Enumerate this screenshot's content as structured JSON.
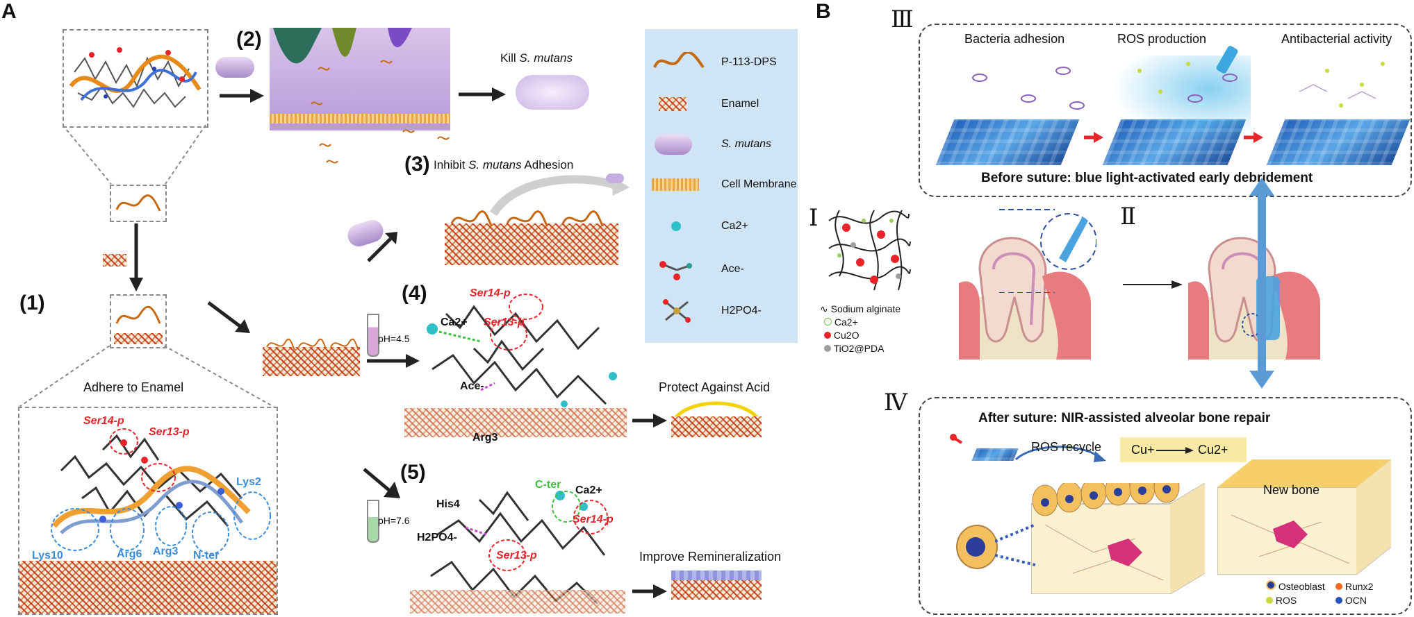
{
  "panel_a": {
    "letter": "A",
    "steps": {
      "s1": "(1)",
      "s2": "(2)",
      "s3": "(3)",
      "s4": "(4)",
      "s5": "(5)"
    },
    "kill": "Kill S. mutans",
    "inhibit": "Inhibit S. mutans Adhesion",
    "adhere": "Adhere to Enamel",
    "protect": "Protect Against Acid",
    "improve": "Improve Remineralization",
    "ph45": "pH=4.5",
    "ph76": "pH=7.6",
    "residues_1": {
      "ser14": "Ser14-p",
      "ser13": "Ser13-p",
      "lys10": "Lys10",
      "arg6": "Arg6",
      "arg3": "Arg3",
      "nter": "N-ter",
      "lys2": "Lys2"
    },
    "residues_4": {
      "ser14": "Ser14-p",
      "ca": "Ca2+",
      "ser13": "Ser13-p",
      "ace": "Ace-",
      "arg3": "Arg3"
    },
    "residues_5": {
      "his4": "His4",
      "cter": "C-ter",
      "ca": "Ca2+",
      "ser14": "Ser14-p",
      "h2po4": "H2PO4-",
      "ser13": "Ser13-p"
    },
    "legend": [
      {
        "label": "P-113-DPS",
        "icon": "peptide-icon"
      },
      {
        "label": "Enamel",
        "icon": "enamel-icon"
      },
      {
        "label": "S. mutans",
        "icon": "bacterium-icon"
      },
      {
        "label": "Cell Membrane",
        "icon": "membrane-icon"
      },
      {
        "label": "Ca2+",
        "icon": "calcium-icon"
      },
      {
        "label": "Ace-",
        "icon": "acetate-icon"
      },
      {
        "label": "H2PO4-",
        "icon": "phosphate-icon"
      }
    ]
  },
  "panel_b": {
    "letter": "B",
    "roman": {
      "r1": "Ⅰ",
      "r2": "Ⅱ",
      "r3": "Ⅲ",
      "r4": "Ⅳ"
    },
    "top": {
      "col1": "Bacteria adhesion",
      "col2": "ROS production",
      "col3": "Antibacterial activity",
      "caption": "Before suture: blue light-activated early debridement"
    },
    "hydrogel_legend": {
      "alginate": "Sodium alginate",
      "ca": "Ca2+",
      "cu2o": "Cu2O",
      "tio2": "TiO2@PDA"
    },
    "bottom": {
      "title": "After suture: NIR-assisted alveolar bone repair",
      "ros_recycle": "ROS recycle",
      "cu_plus": "Cu+",
      "cu2plus": "Cu2+",
      "new_bone": "New bone",
      "legend": {
        "osteoblast": "Osteoblast",
        "runx2": "Runx2",
        "ros": "ROS",
        "ocn": "OCN"
      }
    }
  },
  "colors": {
    "legend_bg": "#cfe5f6",
    "red_label": "#e8232a",
    "blue_label": "#3b8bd6",
    "green_label": "#3fbe3f",
    "arrow_blue": "#5b9bd5"
  }
}
